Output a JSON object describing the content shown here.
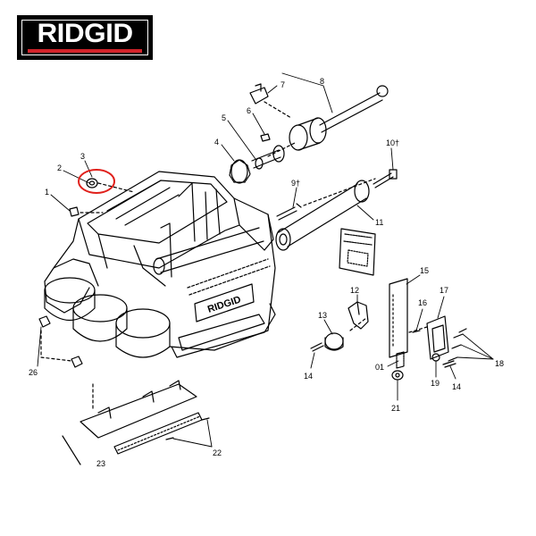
{
  "logo": {
    "text": "RIDGID",
    "brand_color": "#d2232a"
  },
  "diagram": {
    "parts": [
      {
        "id": "p1",
        "label": "1"
      },
      {
        "id": "p2",
        "label": "2"
      },
      {
        "id": "p3",
        "label": "3"
      },
      {
        "id": "p4",
        "label": "4"
      },
      {
        "id": "p5",
        "label": "5"
      },
      {
        "id": "p6",
        "label": "6"
      },
      {
        "id": "p7",
        "label": "7"
      },
      {
        "id": "p8",
        "label": "8"
      },
      {
        "id": "p9",
        "label": "9†"
      },
      {
        "id": "p10",
        "label": "10†"
      },
      {
        "id": "p11",
        "label": "11"
      },
      {
        "id": "p12",
        "label": "12"
      },
      {
        "id": "p13",
        "label": "13"
      },
      {
        "id": "p14a",
        "label": "14"
      },
      {
        "id": "p14b",
        "label": "14"
      },
      {
        "id": "p15",
        "label": "15"
      },
      {
        "id": "p16",
        "label": "16"
      },
      {
        "id": "p17",
        "label": "17"
      },
      {
        "id": "p18",
        "label": "18"
      },
      {
        "id": "p19",
        "label": "19"
      },
      {
        "id": "p01",
        "label": "01"
      },
      {
        "id": "p21",
        "label": "21"
      },
      {
        "id": "p22",
        "label": "22"
      },
      {
        "id": "p23",
        "label": "23"
      },
      {
        "id": "p26",
        "label": "26"
      }
    ],
    "body_brand": "RIDGID",
    "highlight_color": "#e0201b"
  }
}
